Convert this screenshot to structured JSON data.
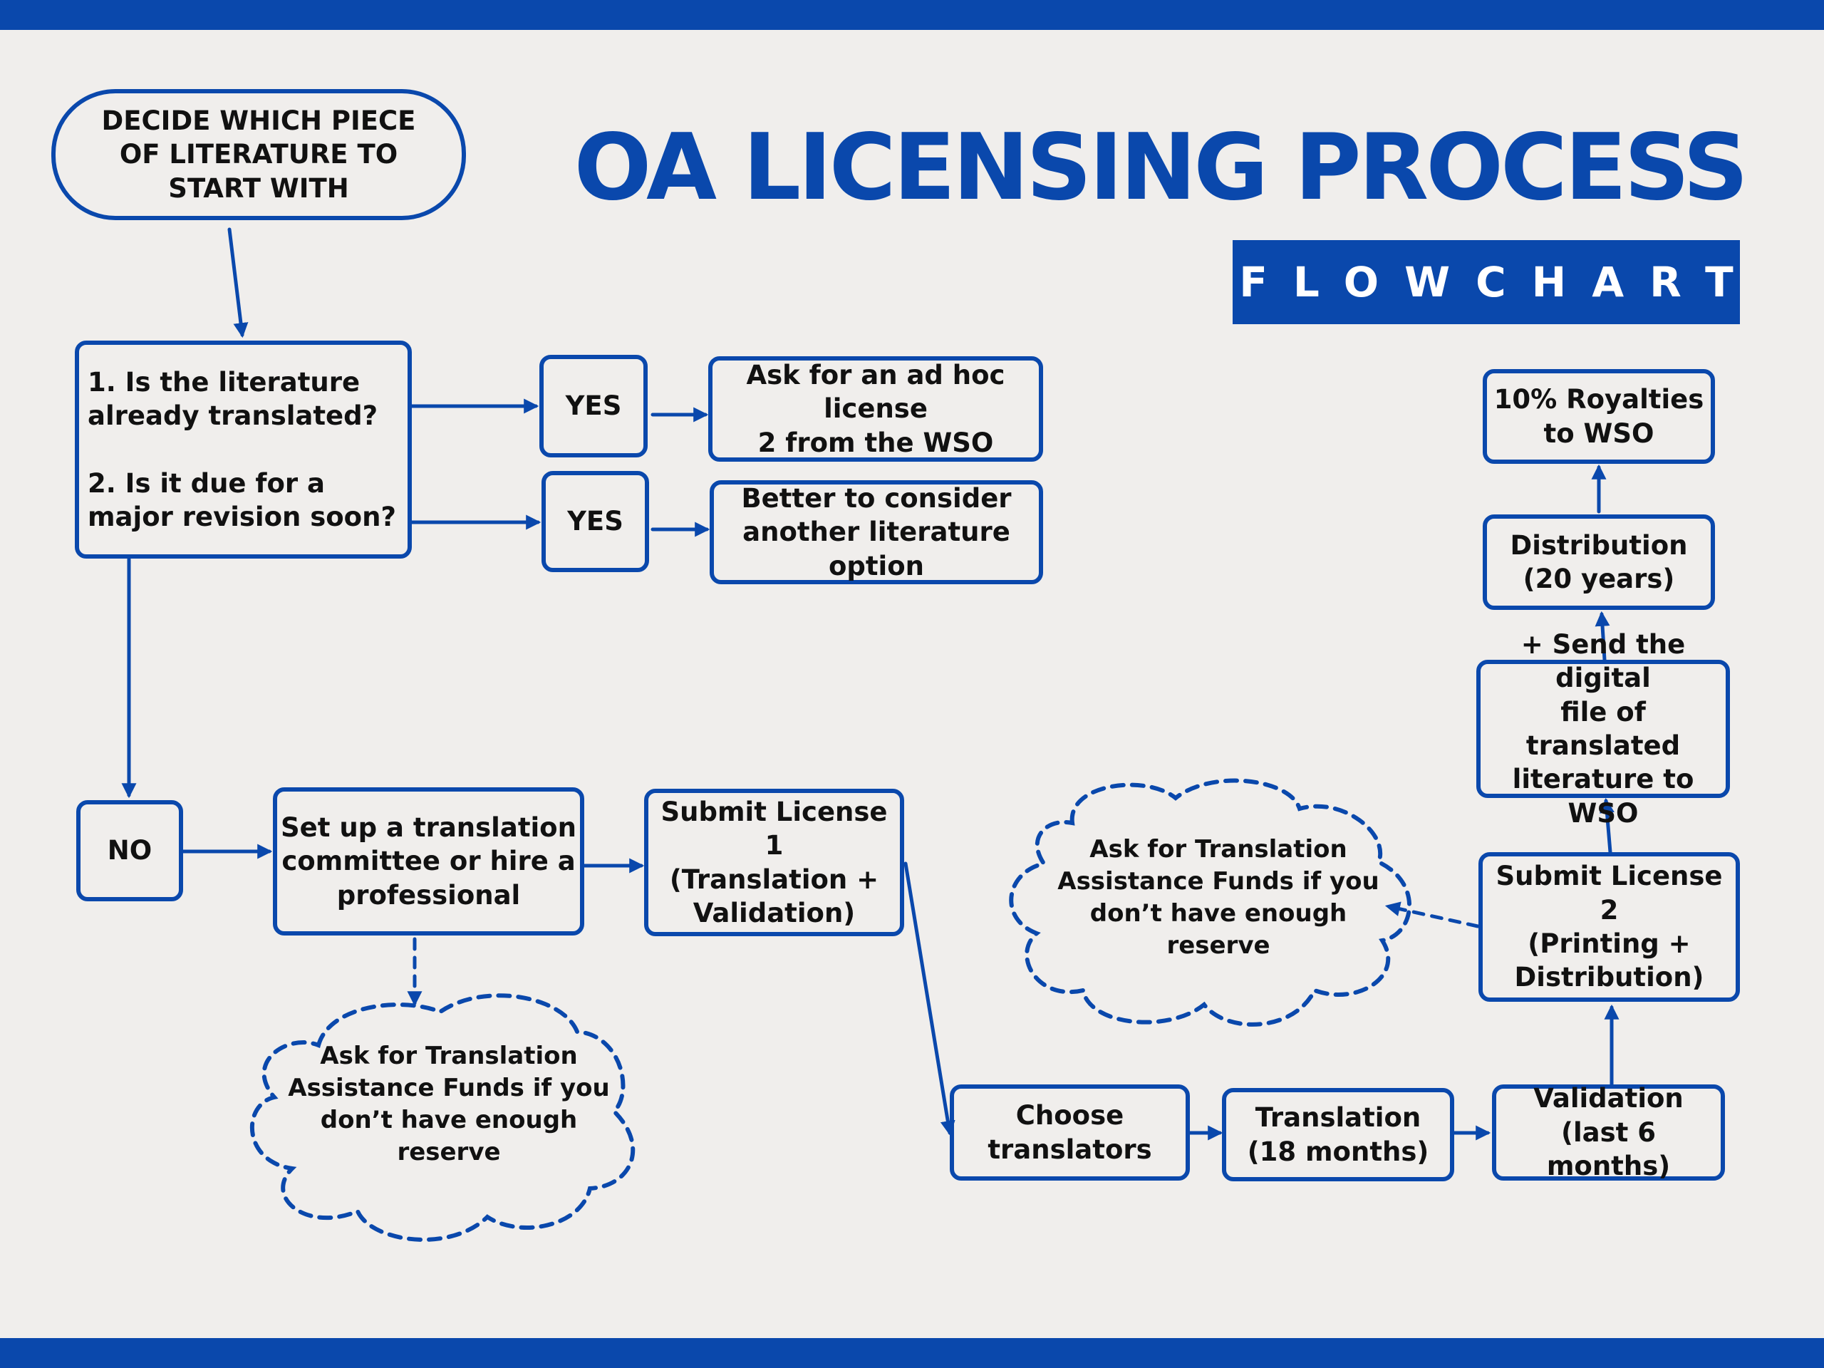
{
  "title": "OA LICENSING PROCESS",
  "subtitle": "FLOWCHART",
  "colors": {
    "accent": "#0a48ac",
    "background": "#f0eeec",
    "text": "#111111"
  },
  "nodes": {
    "start": "DECIDE WHICH PIECE\nOF LITERATURE TO\nSTART WITH",
    "questions": "1. Is the literature\nalready translated?\n\n2. Is it due for a\nmajor revision soon?",
    "yes_translated": "YES",
    "yes_revision": "YES",
    "ask_adhoc_license": "Ask for an ad hoc license\n2 from the WSO",
    "consider_another": "Better to consider\nanother literature option",
    "no": "NO",
    "setup_committee": "Set up a translation\ncommittee or hire a\nprofessional",
    "submit_license_1": "Submit License 1\n(Translation +\nValidation)",
    "choose_translators": "Choose\ntranslators",
    "translation": "Translation\n(18 months)",
    "validation": "Validation\n(last 6 months)",
    "submit_license_2": "Submit License 2\n(Printing +\nDistribution)",
    "send_digital_file": "+ Send the digital\nfile of translated\nliterature to WSO",
    "distribution": "Distribution\n(20 years)",
    "royalties": "10% Royalties\nto WSO"
  },
  "clouds": {
    "funds_left": "Ask for Translation\nAssistance Funds if you\ndon’t have enough reserve",
    "funds_right": "Ask for Translation\nAssistance Funds if you\ndon’t have enough reserve"
  }
}
